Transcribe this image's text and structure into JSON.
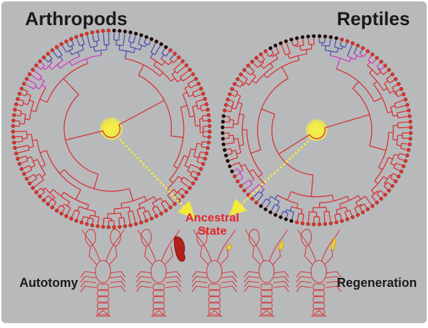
{
  "titles": {
    "left": "Arthropods",
    "right": "Reptiles"
  },
  "center_label": {
    "line1": "Ancestral",
    "line2": "State"
  },
  "bottom_labels": {
    "left": "Autotomy",
    "right": "Regeneration"
  },
  "colors": {
    "background": "#b8b9bb",
    "branch_red": "#d63031",
    "branch_blue": "#4a4fb0",
    "branch_pink": "#d03ac0",
    "tip_red": "#d8342c",
    "tip_black": "#111111",
    "ancestral_highlight": "#f0ea3a",
    "arrow_yellow": "#f2ea3c",
    "label_red": "#e3262b",
    "lobster_outline": "#d43b3b",
    "regrowth_yellow": "#f5cf2a"
  },
  "icons": [
    "phylogeny-tree-arthropods",
    "phylogeny-tree-reptiles",
    "lobster-icon",
    "severed-claw-icon",
    "regenerating-claw-icon"
  ]
}
